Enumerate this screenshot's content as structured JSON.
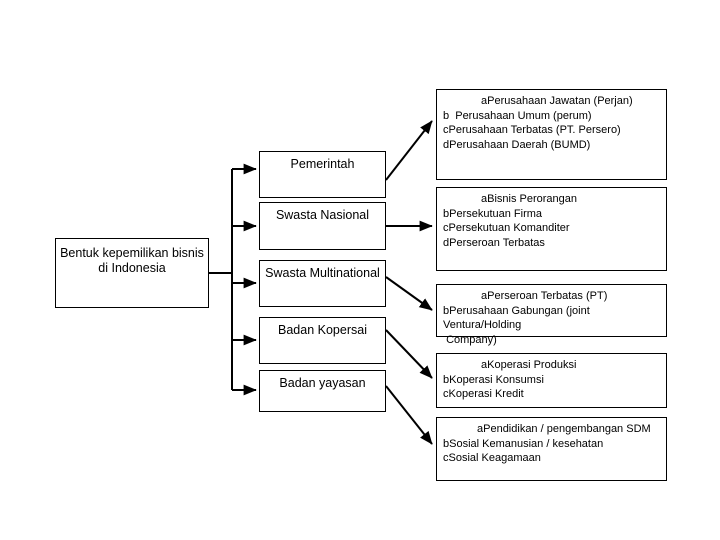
{
  "diagram": {
    "title_text": "Bentuk kepemilikan bisnis di Indonesia",
    "root": {
      "label": "Bentuk kepemilikan bisnis\ndi Indonesia"
    },
    "categories": [
      {
        "id": "pemerintah",
        "label": "Pemerintah"
      },
      {
        "id": "swasta-nasional",
        "label": "Swasta Nasional"
      },
      {
        "id": "swasta-multinational",
        "label": "Swasta Multinational"
      },
      {
        "id": "badan-kopersai",
        "label": "Badan Kopersai"
      },
      {
        "id": "badan-yayasan",
        "label": "Badan yayasan"
      }
    ],
    "details": [
      {
        "id": "detail-pemerintah",
        "lines": [
          "aPerusahaan Jawatan (Perjan)",
          "b  Perusahaan Umum (perum)",
          "cPerusahaan Terbatas (PT. Persero)",
          "dPerusahaan Daerah (BUMD)"
        ]
      },
      {
        "id": "detail-swasta-nasional",
        "lines": [
          "aBisnis Perorangan",
          "bPersekutuan Firma",
          "cPersekutuan Komanditer",
          "dPerseroan Terbatas"
        ]
      },
      {
        "id": "detail-swasta-multinational",
        "lines": [
          "aPerseroan Terbatas (PT)",
          "bPerusahaan Gabungan (joint Ventura/Holding\n Company)"
        ]
      },
      {
        "id": "detail-badan-kopersai",
        "lines": [
          "aKoperasi Produksi",
          "bKoperasi Konsumsi",
          "cKoperasi Kredit"
        ]
      },
      {
        "id": "detail-badan-yayasan",
        "lines": [
          "aPendidikan / pengembangan SDM",
          "bSosial Kemanusian / kesehatan",
          "cSosial Keagamaan"
        ]
      }
    ],
    "colors": {
      "stroke": "#000000",
      "fill": "#ffffff",
      "text": "#000000"
    }
  }
}
